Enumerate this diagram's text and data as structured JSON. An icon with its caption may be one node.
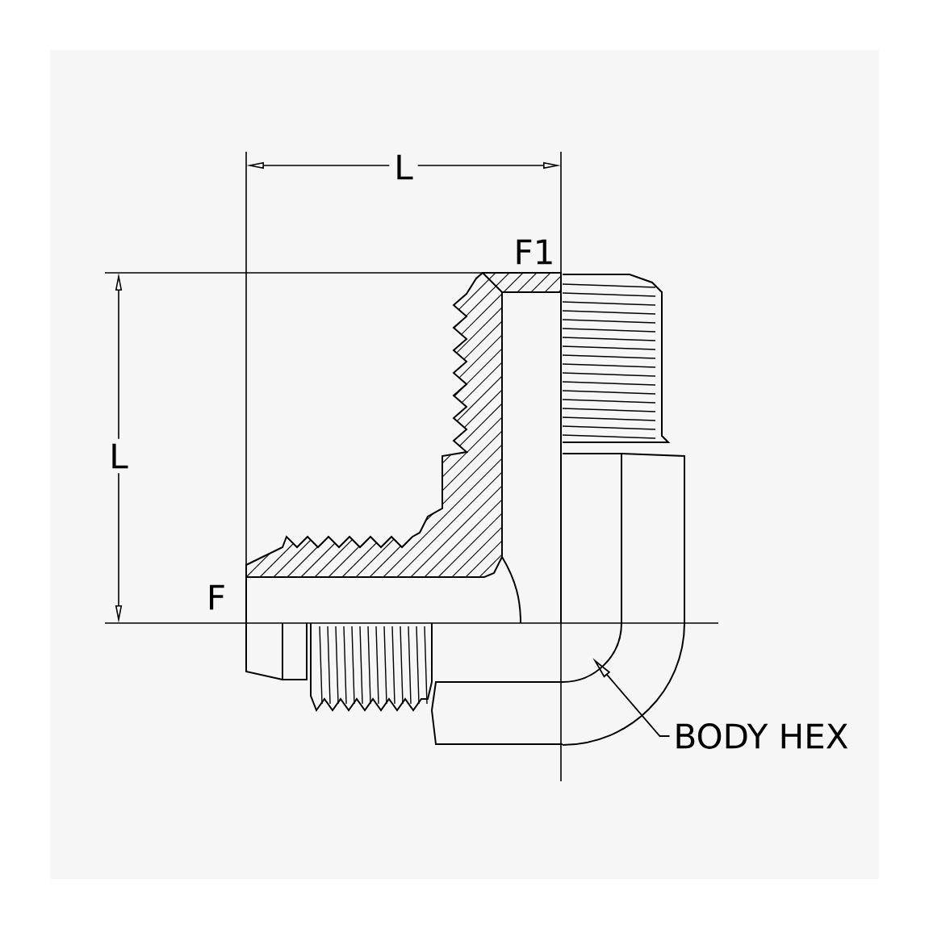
{
  "diagram": {
    "nodes": [
      {
        "text": [
          "BODY HEX"
        ]
      },
      {
        "text": [],
        "shape": "picture"
      }
    ],
    "edges": [
      {
        "from": 0,
        "to": 1,
        "arrow": "to"
      }
    ],
    "labels": [
      "L",
      "L",
      "F1",
      "F"
    ]
  }
}
